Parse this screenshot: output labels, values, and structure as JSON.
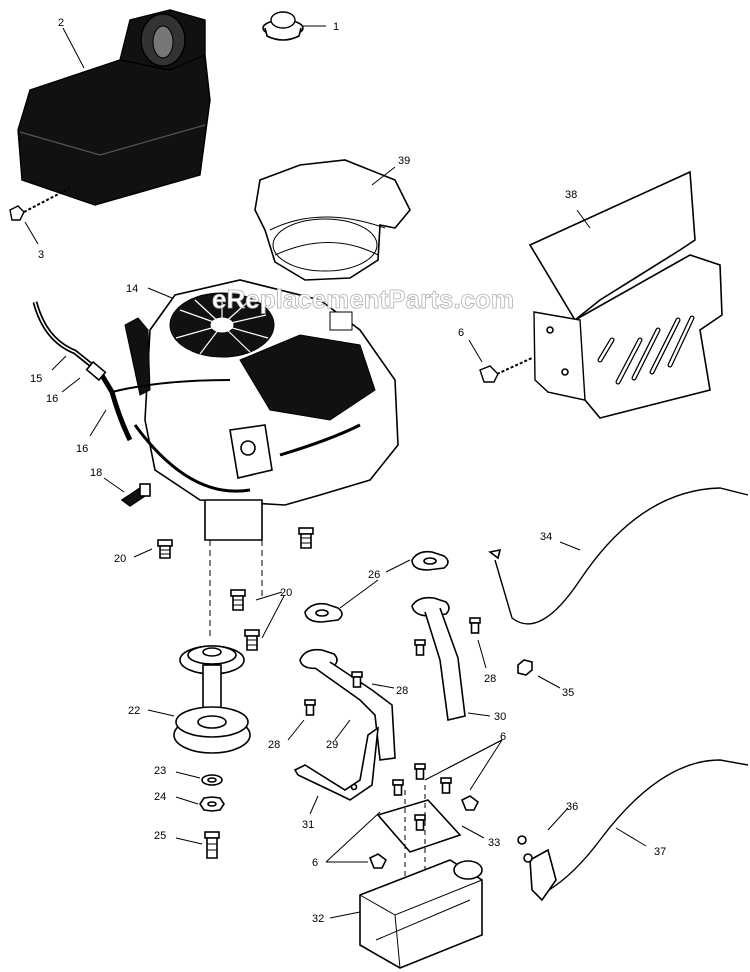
{
  "watermark": "eReplacementParts.com",
  "callouts": {
    "c1": "1",
    "c2": "2",
    "c3": "3",
    "c6a": "6",
    "c6b": "6",
    "c6c": "6",
    "c14": "14",
    "c15": "15",
    "c16a": "16",
    "c16b": "16",
    "c18": "18",
    "c20a": "20",
    "c20b": "20",
    "c22": "22",
    "c23": "23",
    "c24": "24",
    "c25": "25",
    "c26": "26",
    "c28a": "28",
    "c28b": "28",
    "c28c": "28",
    "c29": "29",
    "c30": "30",
    "c31": "31",
    "c32": "32",
    "c33": "33",
    "c34": "34",
    "c35": "35",
    "c36": "36",
    "c37": "37",
    "c38": "38",
    "c39": "39"
  }
}
